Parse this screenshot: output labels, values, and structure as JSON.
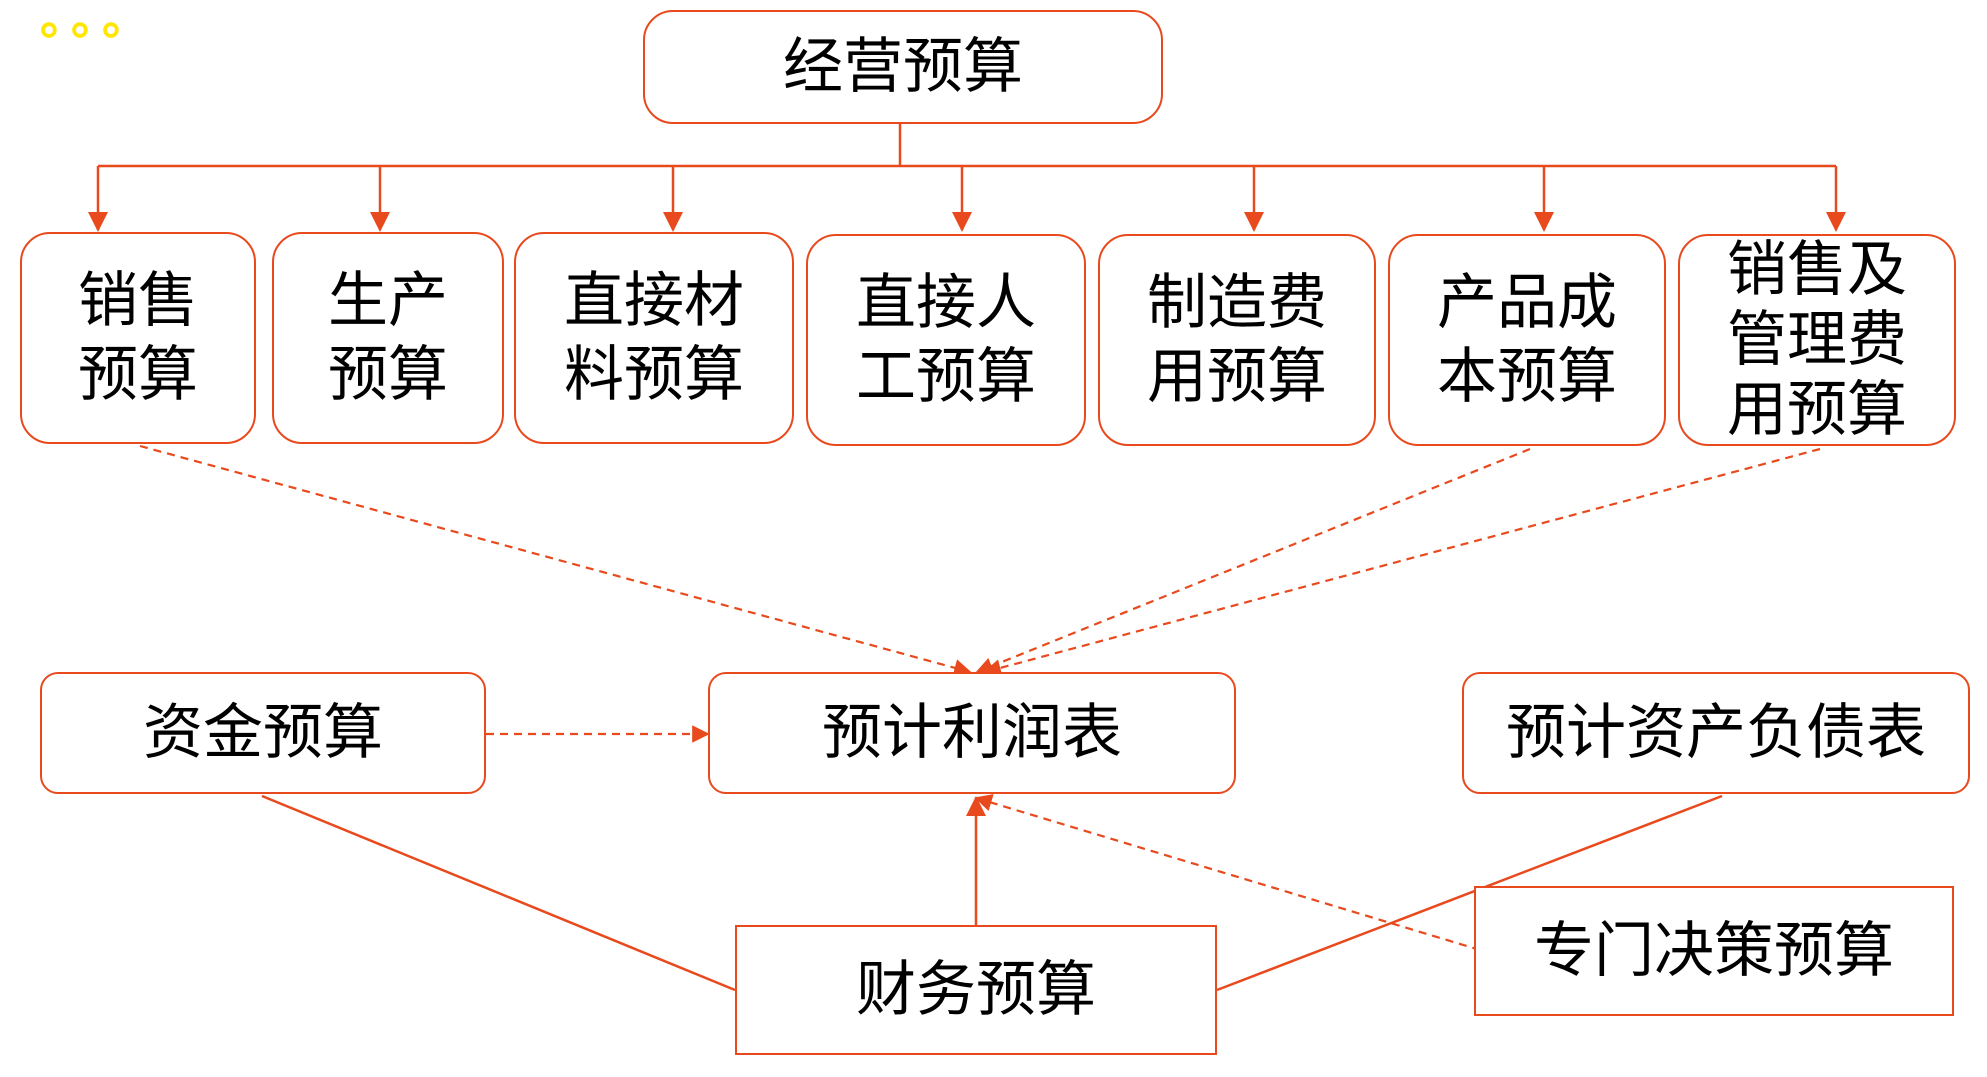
{
  "colors": {
    "accent": "#e84a1e",
    "text": "#000000",
    "tag": "#ffe600"
  },
  "corner_tag": "。。。",
  "nodes": {
    "operating_budget": "经营预算",
    "sales_budget": "销售\n预算",
    "production_budget": "生产\n预算",
    "direct_material_budget": "直接材\n料预算",
    "direct_labor_budget": "直接人\n工预算",
    "manufacturing_overhead_budget": "制造费\n用预算",
    "product_cost_budget": "产品成\n本预算",
    "selling_admin_budget": "销售及\n管理费\n用预算",
    "cash_budget": "资金预算",
    "projected_income_statement": "预计利润表",
    "projected_balance_sheet": "预计资产负债表",
    "financial_budget": "财务预算",
    "special_decision_budget": "专门决策预算"
  }
}
